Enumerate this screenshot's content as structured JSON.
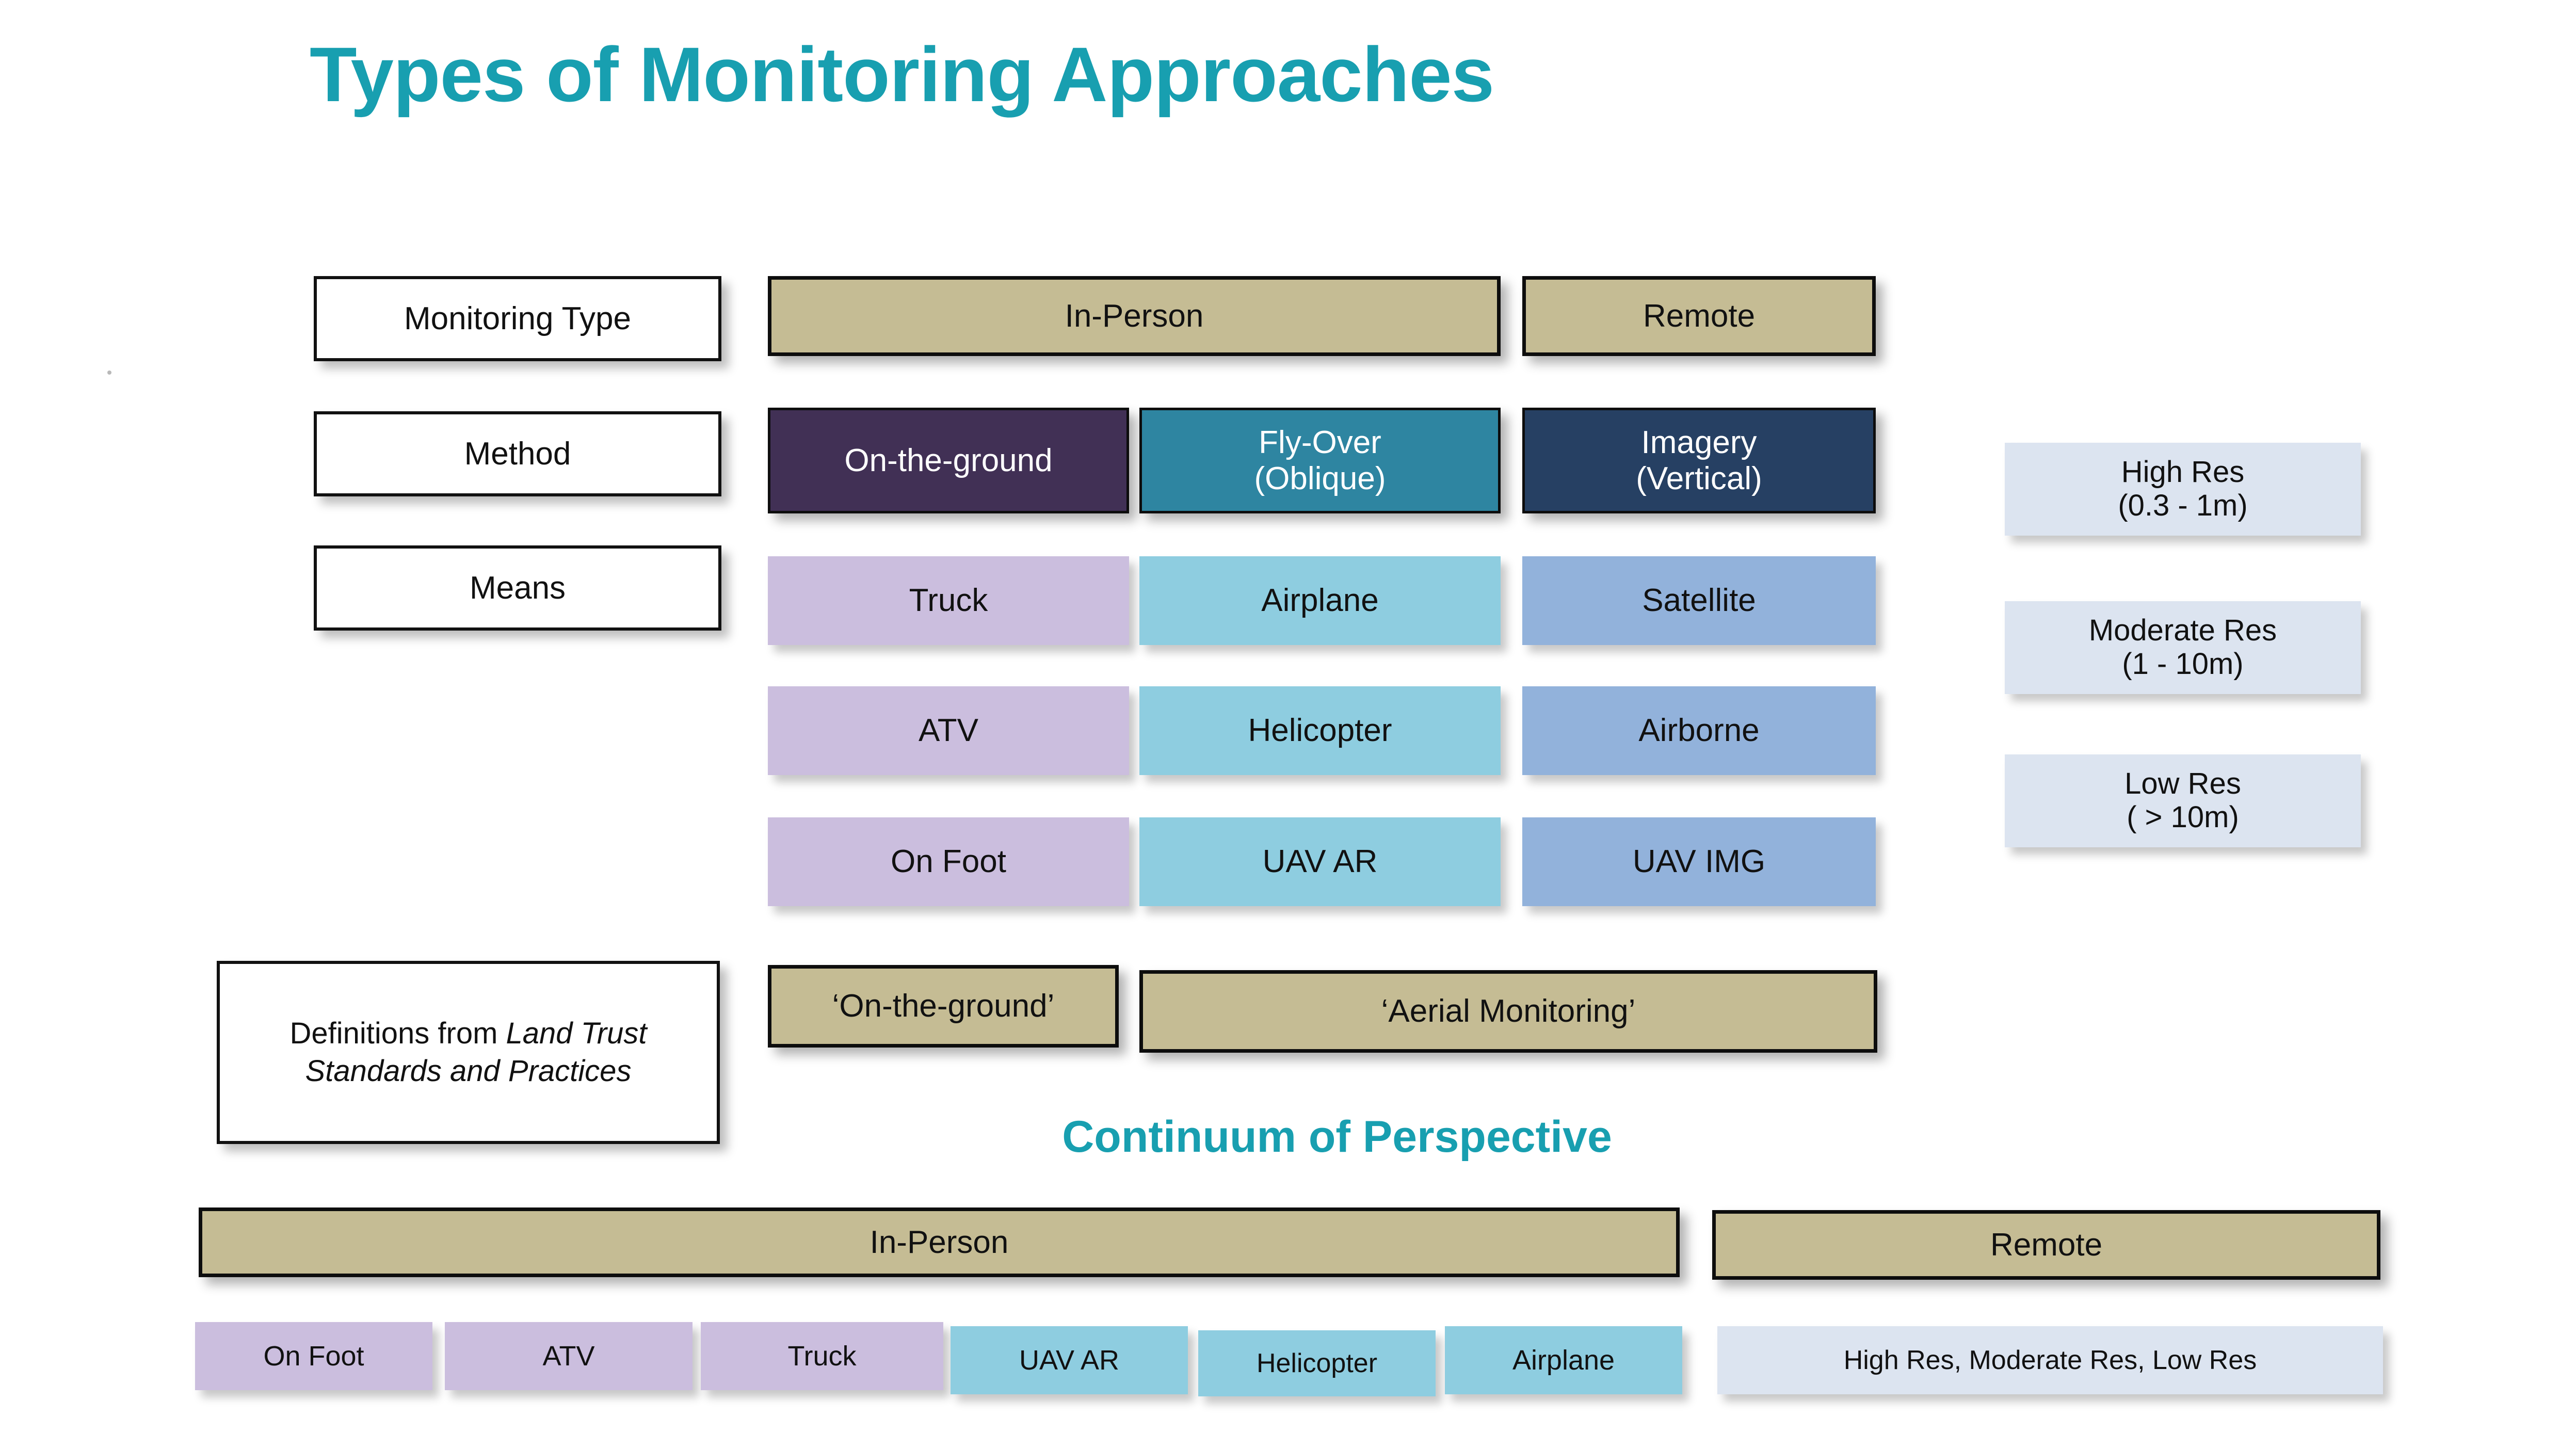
{
  "titles": {
    "main": "Types of Monitoring Approaches",
    "section": "Continuum of Perspective"
  },
  "row_labels": [
    {
      "label": "Monitoring Type"
    },
    {
      "label": "Method"
    },
    {
      "label": "Means"
    }
  ],
  "monitoring_type": [
    {
      "label": "In-Person"
    },
    {
      "label": "Remote"
    }
  ],
  "methods": [
    {
      "label": "On-the-ground",
      "color": "#413055"
    },
    {
      "label": "Fly-Over\n(Oblique)",
      "line1": "Fly-Over",
      "line2": "(Oblique)",
      "color": "#2E85A1"
    },
    {
      "label": "Imagery\n(Vertical)",
      "line1": "Imagery",
      "line2": "(Vertical)",
      "color": "#264063"
    }
  ],
  "means": {
    "ground": [
      "Truck",
      "ATV",
      "On Foot"
    ],
    "flyover": [
      "Airplane",
      "Helicopter",
      "UAV AR"
    ],
    "imagery": [
      "Satellite",
      "Airborne",
      "UAV IMG"
    ]
  },
  "resolutions": [
    {
      "line1": "High Res",
      "line2": "(0.3 - 1m)"
    },
    {
      "line1": "Moderate Res",
      "line2": "(1 - 10m)"
    },
    {
      "line1": "Low Res",
      "line2": "( > 10m)"
    }
  ],
  "definitions": {
    "prefix": "Definitions from ",
    "source": "Land Trust Standards and Practices"
  },
  "definition_terms": [
    {
      "label": "‘On-the-ground’"
    },
    {
      "label": "‘Aerial Monitoring’"
    }
  ],
  "continuum": {
    "bars": [
      {
        "label": "In-Person"
      },
      {
        "label": "Remote"
      }
    ],
    "chips": [
      {
        "label": "On Foot",
        "color": "#CBBEDE"
      },
      {
        "label": "ATV",
        "color": "#CBBEDE"
      },
      {
        "label": "Truck",
        "color": "#CBBEDE"
      },
      {
        "label": "UAV AR",
        "color": "#8ECDE0"
      },
      {
        "label": "Helicopter",
        "color": "#8ECDE0"
      },
      {
        "label": "Airplane",
        "color": "#8ECDE0"
      },
      {
        "label": "High Res, Moderate Res, Low Res",
        "color": "#DCE4F0"
      }
    ]
  },
  "colors": {
    "accent": "#189FB0",
    "tan": "#C5BC94",
    "method_purple": "#413055",
    "method_teal": "#2E85A1",
    "method_navy": "#264063",
    "means_purple": "#CBBEDE",
    "means_teal": "#8ECDE0",
    "means_blue": "#92B2DB",
    "resolution_blue": "#DCE4F0"
  }
}
